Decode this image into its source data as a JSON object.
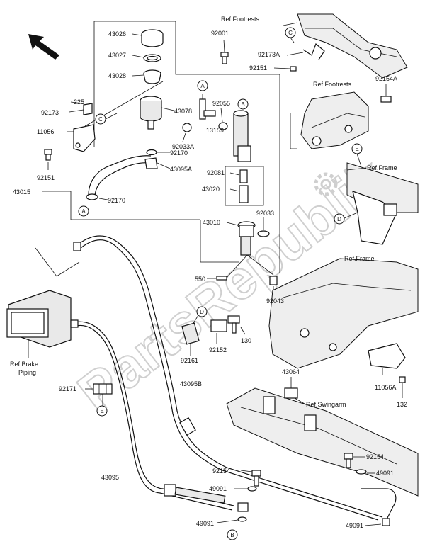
{
  "parts": {
    "p43026": "43026",
    "p43027": "43027",
    "p43028": "43028",
    "p92001": "92001",
    "p43078": "43078",
    "p92055": "92055",
    "p13159": "13159",
    "p92033a": "92033A",
    "p92170a": "92170",
    "p43095a": "43095A",
    "p92170b": "92170",
    "p43015": "43015",
    "p225": "225",
    "p92173": "92173",
    "p11056": "11056",
    "p92151a": "92151",
    "p92173a": "92173A",
    "p92151b": "92151",
    "p92154a": "92154A",
    "p92081": "92081",
    "p43020": "43020",
    "p43010": "43010",
    "p92033": "92033",
    "p550": "550",
    "p92043": "92043",
    "p92161": "92161",
    "p92152": "92152",
    "p130": "130",
    "p43064": "43064",
    "p11056a": "11056A",
    "p132": "132",
    "p92171": "92171",
    "p43095b": "43095B",
    "p43095": "43095",
    "p92154b": "92154",
    "p49091a": "49091",
    "p49091b": "49091",
    "p92154c": "92154",
    "p49091c": "49091",
    "p49091d": "49091"
  },
  "refs": {
    "footrests1": "Ref.Footrests",
    "footrests2": "Ref.Footrests",
    "frame1": "Ref.Frame",
    "frame2": "Ref.Frame",
    "brake_line1": "Ref.Brake",
    "brake_line2": "Piping",
    "swingarm": "Ref.Swingarm"
  },
  "callouts": {
    "A": "A",
    "B": "B",
    "C": "C",
    "D": "D",
    "E": "E"
  },
  "watermark": "PartsRepublik",
  "icons": {
    "direction": "arrow-up-left-icon",
    "gear": "gear-icon"
  }
}
